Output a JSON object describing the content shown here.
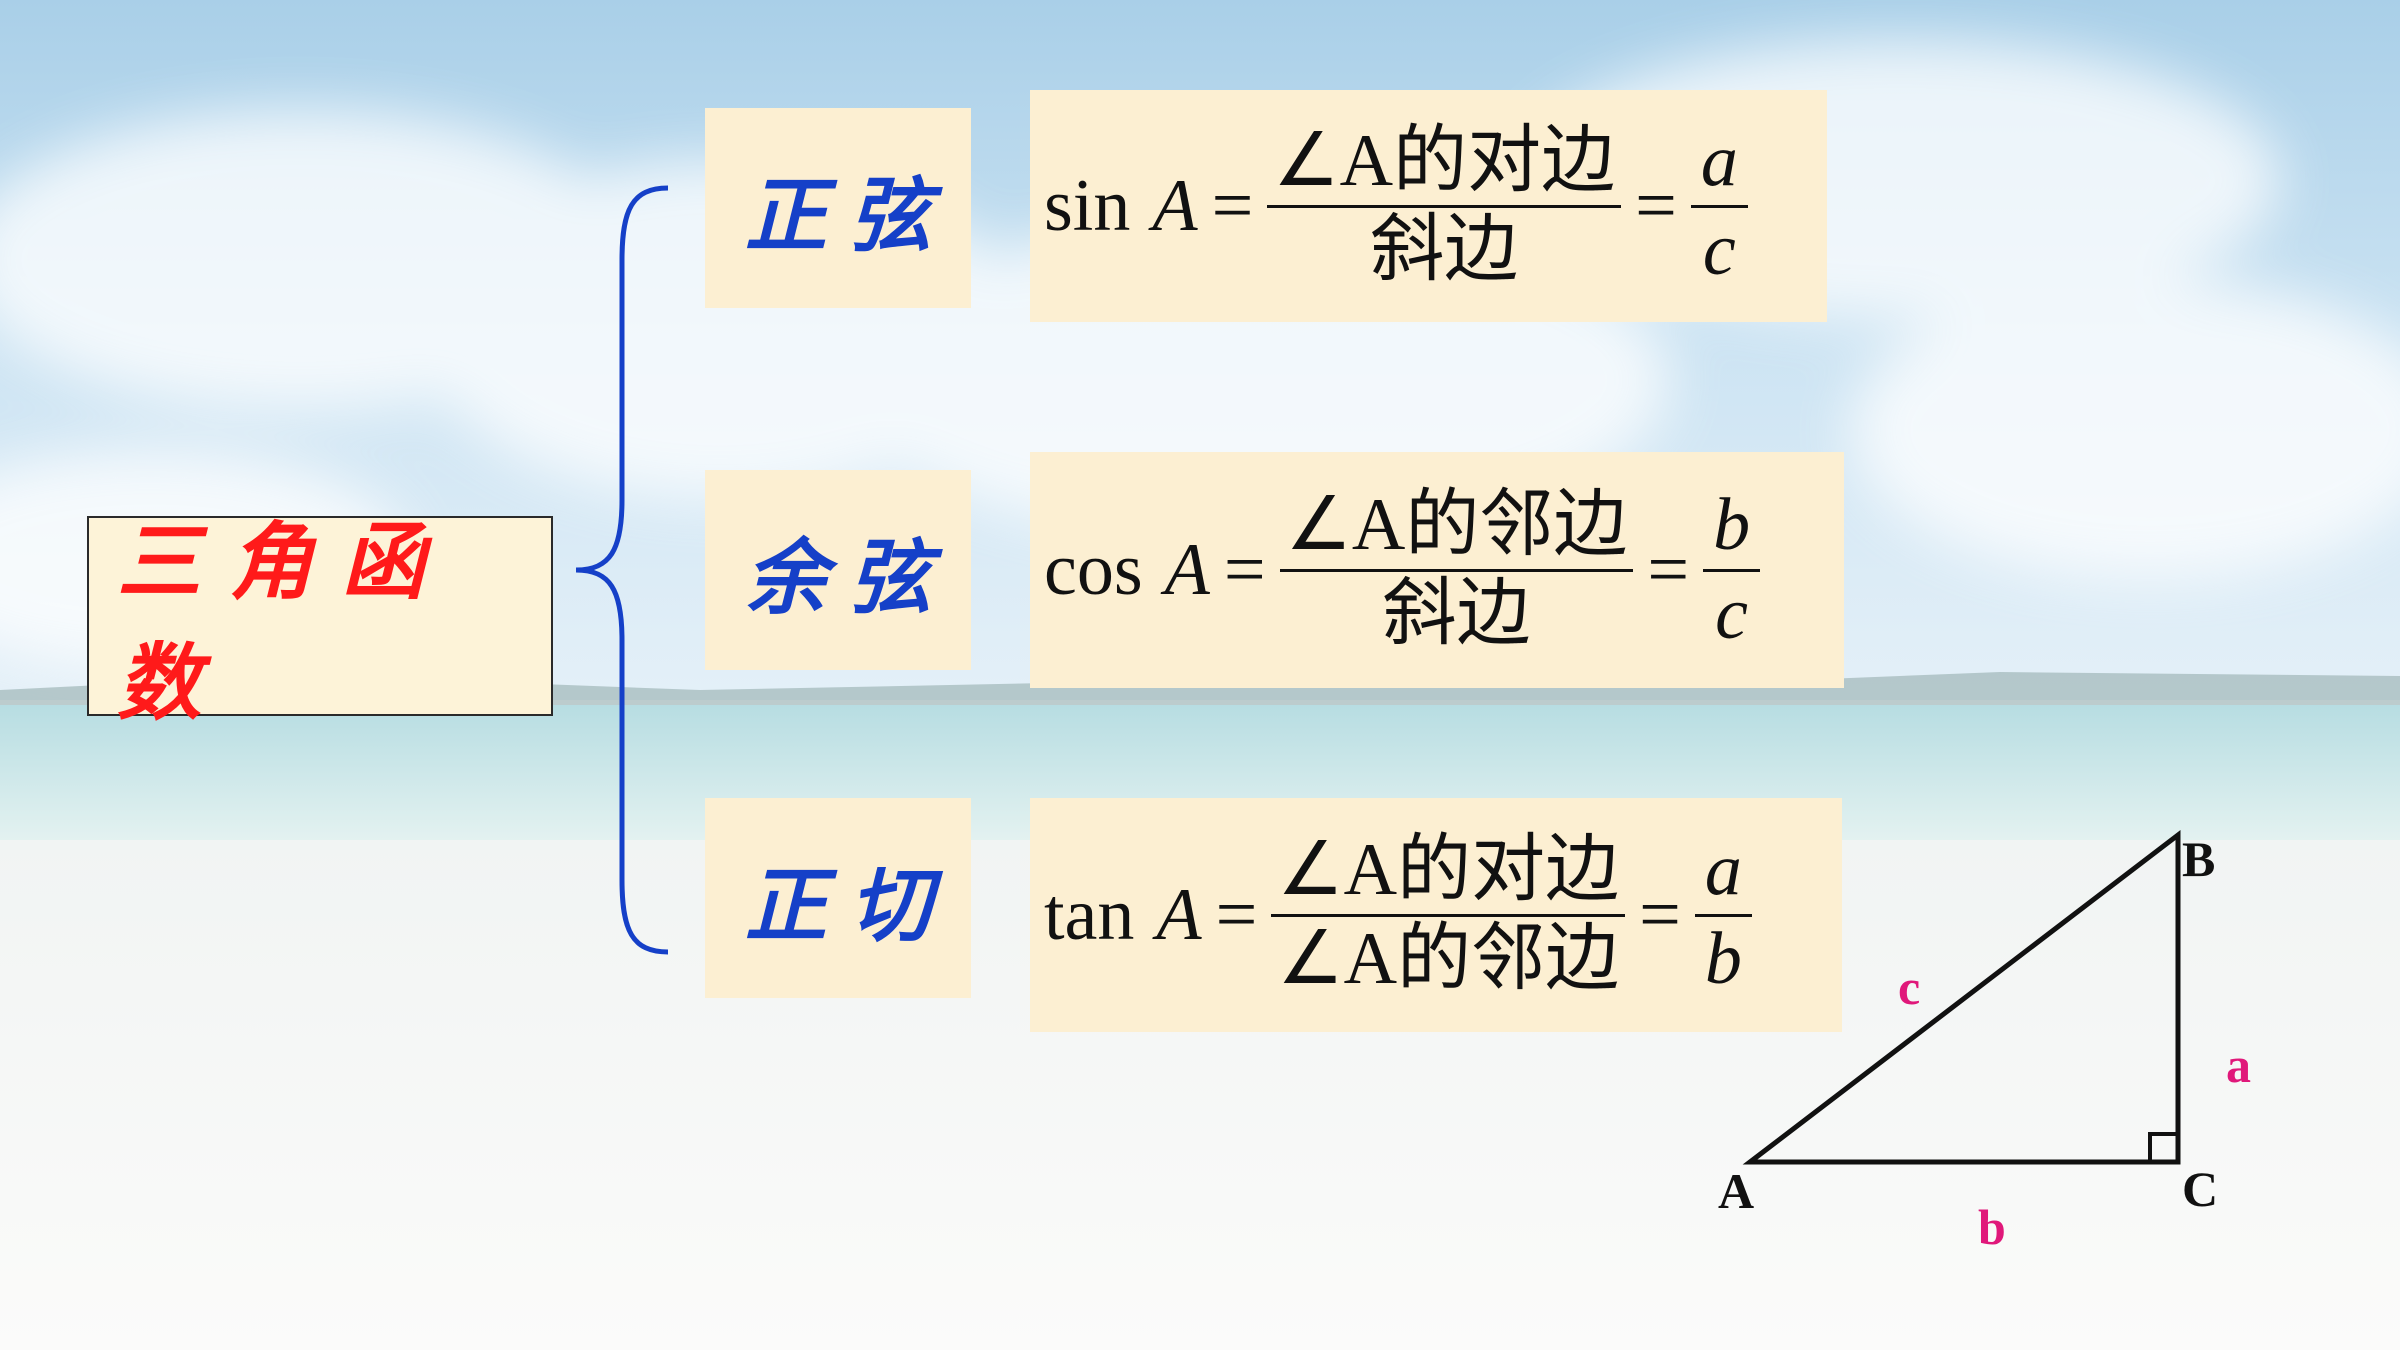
{
  "main_label": "三角函数",
  "categories": [
    {
      "label": "正弦",
      "func": "sin",
      "var": "A",
      "numerator": "∠A的对边",
      "denominator": "斜边",
      "ratio_num": "a",
      "ratio_den": "c"
    },
    {
      "label": "余弦",
      "func": "cos",
      "var": "A",
      "numerator": "∠A的邻边",
      "denominator": "斜边",
      "ratio_num": "b",
      "ratio_den": "c"
    },
    {
      "label": "正切",
      "func": "tan",
      "var": "A",
      "numerator": "∠A的对边",
      "denominator": "∠A的邻边",
      "ratio_num": "a",
      "ratio_den": "b"
    }
  ],
  "equals": "=",
  "triangle": {
    "vertices": {
      "A": "A",
      "B": "B",
      "C": "C"
    },
    "sides": {
      "a": "a",
      "b": "b",
      "c": "c"
    }
  },
  "colors": {
    "main_text": "#ff1a1a",
    "label_text": "#1540c8",
    "brace": "#1540c8",
    "side_label": "#e0187a",
    "box_fill": "#fcefd2"
  }
}
